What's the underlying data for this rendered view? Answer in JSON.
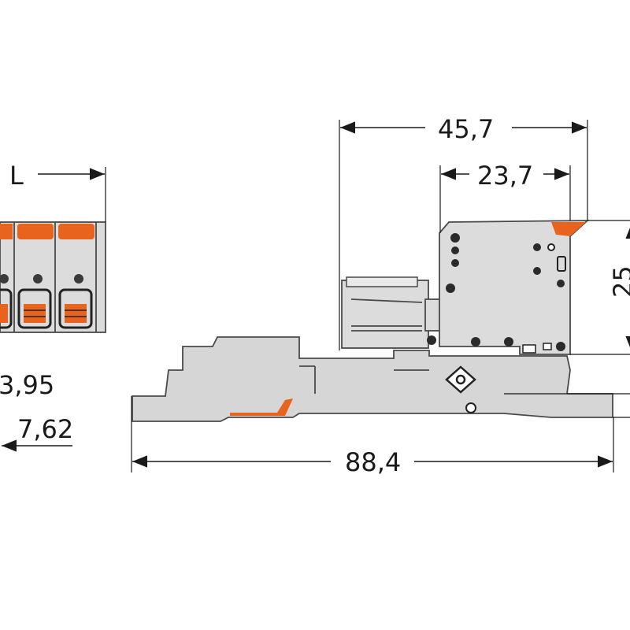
{
  "dimensions": {
    "length_label": "L",
    "pitch_395": "3,95",
    "pitch_762": "7,62",
    "width_457": "45,7",
    "width_237": "23,7",
    "height_25": "25",
    "rail_884": "88,4"
  },
  "colors": {
    "housing": "#dcdcdc",
    "lever": "#e8641e",
    "line": "#1a1a1a",
    "outline": "#4a4a4a"
  }
}
